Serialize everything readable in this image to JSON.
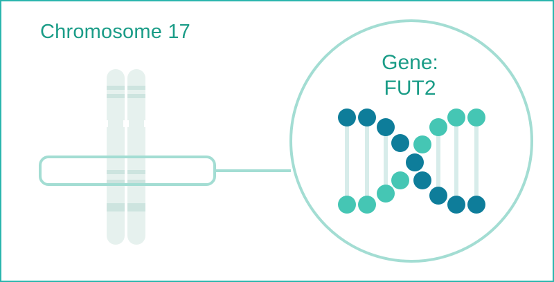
{
  "diagram": {
    "title": "Chromosome 17",
    "gene_label_line1": "Gene:",
    "gene_label_line2": "FUT2"
  },
  "colors": {
    "frame": "#2bb5ad",
    "text": "#1a9c87",
    "chromosome": "#e6f1ee",
    "chromosome_band": "#c8e2dc",
    "highlight_outline": "#a3ddd3",
    "dark_node": "#0e7d9a",
    "light_node": "#45c6b4",
    "rung": "#d7ecea"
  },
  "icons": [
    "chromosome-icon",
    "dna-helix-icon"
  ]
}
